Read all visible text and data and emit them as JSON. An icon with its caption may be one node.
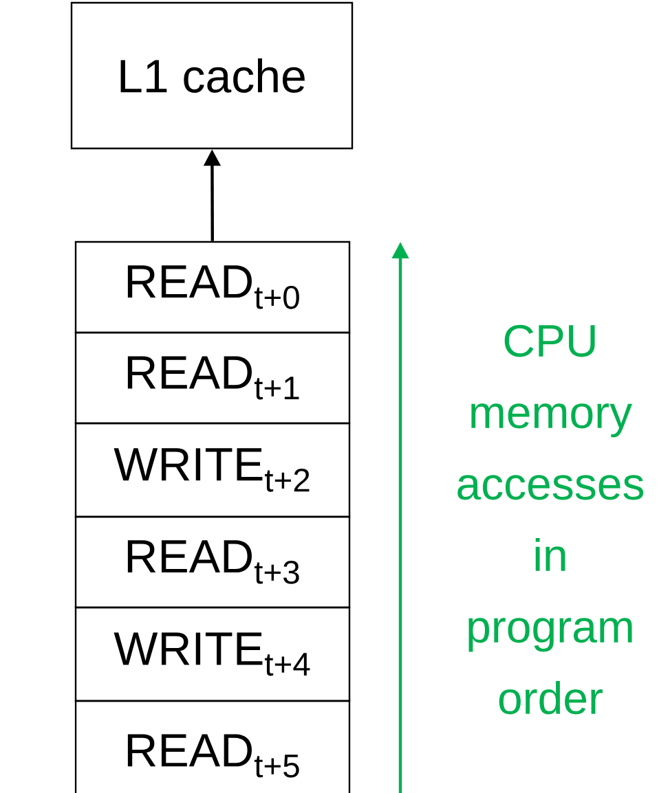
{
  "diagram": {
    "nodes": [
      {
        "text": [
          "L1 cache"
        ]
      },
      {
        "text": [
          "READ$_{t+0}$"
        ]
      },
      {
        "text": [
          "READ$_{t+1}$"
        ]
      },
      {
        "text": [
          "WRITE$_{t+2}$"
        ]
      },
      {
        "text": [
          "READ$_{t+3}$"
        ]
      },
      {
        "text": [
          "WRITE$_{t+4}$"
        ]
      },
      {
        "text": [
          "READ$_{t+5}$"
        ]
      }
    ],
    "edges": [
      {
        "from": 1,
        "to": 0,
        "arrow": "to"
      }
    ],
    "labels": [
      "CPU memory accesses in program order"
    ]
  }
}
